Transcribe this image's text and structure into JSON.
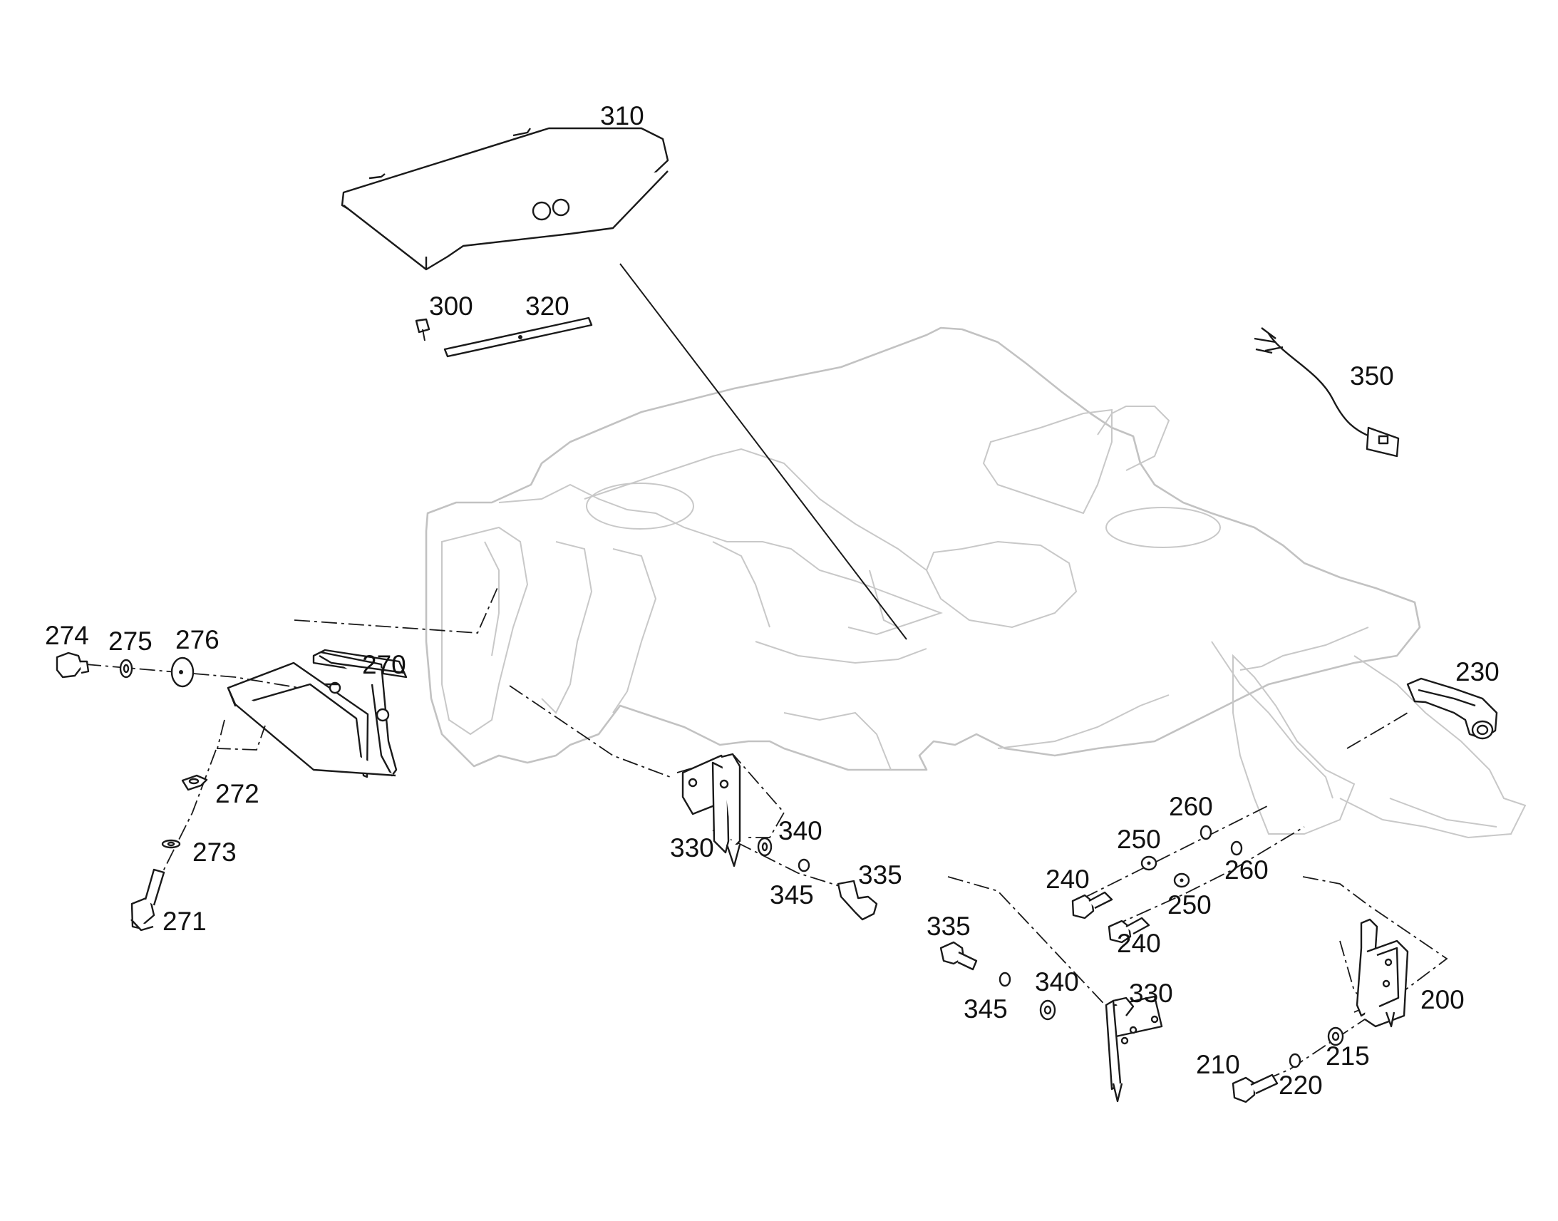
{
  "callouts": [
    {
      "id": "c310",
      "text": "310"
    },
    {
      "id": "c300",
      "text": "300"
    },
    {
      "id": "c320",
      "text": "320"
    },
    {
      "id": "c350",
      "text": "350"
    },
    {
      "id": "c274",
      "text": "274"
    },
    {
      "id": "c275",
      "text": "275"
    },
    {
      "id": "c276",
      "text": "276"
    },
    {
      "id": "c270",
      "text": "270"
    },
    {
      "id": "c272",
      "text": "272"
    },
    {
      "id": "c273",
      "text": "273"
    },
    {
      "id": "c271",
      "text": "271"
    },
    {
      "id": "c230",
      "text": "230"
    },
    {
      "id": "c260a",
      "text": "260"
    },
    {
      "id": "c250a",
      "text": "250"
    },
    {
      "id": "c240a",
      "text": "240"
    },
    {
      "id": "c260b",
      "text": "260"
    },
    {
      "id": "c250b",
      "text": "250"
    },
    {
      "id": "c240b",
      "text": "240"
    },
    {
      "id": "c340a",
      "text": "340"
    },
    {
      "id": "c330a",
      "text": "330"
    },
    {
      "id": "c345a",
      "text": "345"
    },
    {
      "id": "c335a",
      "text": "335"
    },
    {
      "id": "c335b",
      "text": "335"
    },
    {
      "id": "c340b",
      "text": "340"
    },
    {
      "id": "c330b",
      "text": "330"
    },
    {
      "id": "c345b",
      "text": "345"
    },
    {
      "id": "c200",
      "text": "200"
    },
    {
      "id": "c210",
      "text": "210"
    },
    {
      "id": "c215",
      "text": "215"
    },
    {
      "id": "c220",
      "text": "220"
    }
  ]
}
